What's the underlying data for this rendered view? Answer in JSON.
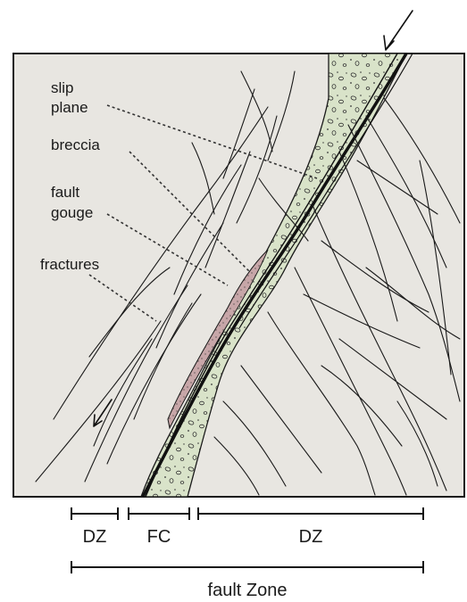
{
  "labels": {
    "slip_plane_1": "slip",
    "slip_plane_2": "plane",
    "breccia": "breccia",
    "fault_gouge_1": "fault",
    "fault_gouge_2": "gouge",
    "fractures": "fractures"
  },
  "scale": {
    "dz_left": "DZ",
    "fc": "FC",
    "dz_right": "DZ",
    "fault_zone": "fault Zone"
  },
  "colors": {
    "block": "#e8e6e1",
    "breccia_fill": "#d9e3c9",
    "gouge_fill": "#c7a6a8",
    "line": "#1a1a1a"
  }
}
